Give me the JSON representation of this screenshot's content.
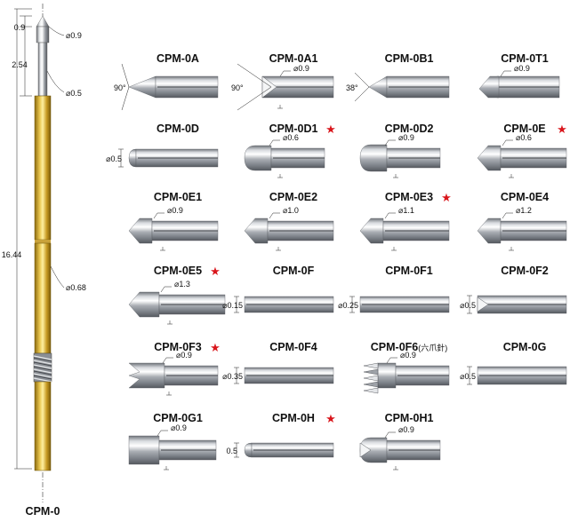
{
  "figure": {
    "main_probe": {
      "label": "CPM-0",
      "dimensions": {
        "tip_length": "0.9",
        "tip_diameter": "⌀0.9",
        "neck_length": "2.54",
        "neck_diameter": "⌀0.5",
        "overall_length": "16.44",
        "barrel_diameter": "⌀0.68"
      }
    },
    "tips": [
      {
        "name": "CPM-0A",
        "star": false,
        "shape": "cone-point",
        "annotations": [
          "90°"
        ]
      },
      {
        "name": "CPM-0A1",
        "star": false,
        "shape": "cone-cup",
        "annotations": [
          "90°",
          "⌀0.9"
        ]
      },
      {
        "name": "CPM-0B1",
        "star": false,
        "shape": "cone-shallow",
        "annotations": [
          "38°"
        ]
      },
      {
        "name": "CPM-0T1",
        "star": false,
        "shape": "chisel",
        "annotations": [
          "⌀0.9"
        ]
      },
      {
        "name": "CPM-0D",
        "star": false,
        "shape": "round",
        "annotations": [
          "⌀0.5"
        ]
      },
      {
        "name": "CPM-0D1",
        "star": true,
        "shape": "round-shoulder",
        "annotations": [
          "⌀0.6"
        ]
      },
      {
        "name": "CPM-0D2",
        "star": false,
        "shape": "round-large",
        "annotations": [
          "⌀0.9"
        ]
      },
      {
        "name": "CPM-0E",
        "star": true,
        "shape": "pointed-shoulder",
        "annotations": [
          "⌀0.6"
        ]
      },
      {
        "name": "CPM-0E1",
        "star": false,
        "shape": "pointed-shoulder",
        "annotations": [
          "⌀0.9"
        ]
      },
      {
        "name": "CPM-0E2",
        "star": false,
        "shape": "pointed-shoulder",
        "annotations": [
          "⌀1.0"
        ]
      },
      {
        "name": "CPM-0E3",
        "star": true,
        "shape": "pointed-shoulder",
        "annotations": [
          "⌀1.1"
        ]
      },
      {
        "name": "CPM-0E4",
        "star": false,
        "shape": "pointed-shoulder",
        "annotations": [
          "⌀1.2"
        ]
      },
      {
        "name": "CPM-0E5",
        "star": true,
        "shape": "pointed-shoulder-long",
        "annotations": [
          "⌀1.3"
        ]
      },
      {
        "name": "CPM-0F",
        "star": false,
        "shape": "flat-thin",
        "annotations": [
          "⌀0.15"
        ]
      },
      {
        "name": "CPM-0F1",
        "star": false,
        "shape": "flat-thin",
        "annotations": [
          "⌀0.25"
        ]
      },
      {
        "name": "CPM-0F2",
        "star": false,
        "shape": "flat-cup",
        "annotations": [
          "⌀0.5"
        ]
      },
      {
        "name": "CPM-0F3",
        "star": true,
        "shape": "crown-shoulder",
        "annotations": [
          "⌀0.9"
        ]
      },
      {
        "name": "CPM-0F4",
        "star": false,
        "shape": "flat-thin",
        "annotations": [
          "⌀0.35"
        ]
      },
      {
        "name": "CPM-0F6",
        "star": false,
        "shape": "crown-6",
        "annotations": [
          "⌀0.9"
        ],
        "note": "(六爪針)"
      },
      {
        "name": "CPM-0G",
        "star": false,
        "shape": "flat",
        "annotations": [
          "⌀0.5"
        ]
      },
      {
        "name": "CPM-0G1",
        "star": false,
        "shape": "flat-large",
        "annotations": [
          "⌀0.9"
        ]
      },
      {
        "name": "CPM-0H",
        "star": true,
        "shape": "round-small",
        "annotations": [
          "0.5"
        ]
      },
      {
        "name": "CPM-0H1",
        "star": false,
        "shape": "cup-shoulder",
        "annotations": [
          "⌀0.9"
        ]
      }
    ]
  }
}
